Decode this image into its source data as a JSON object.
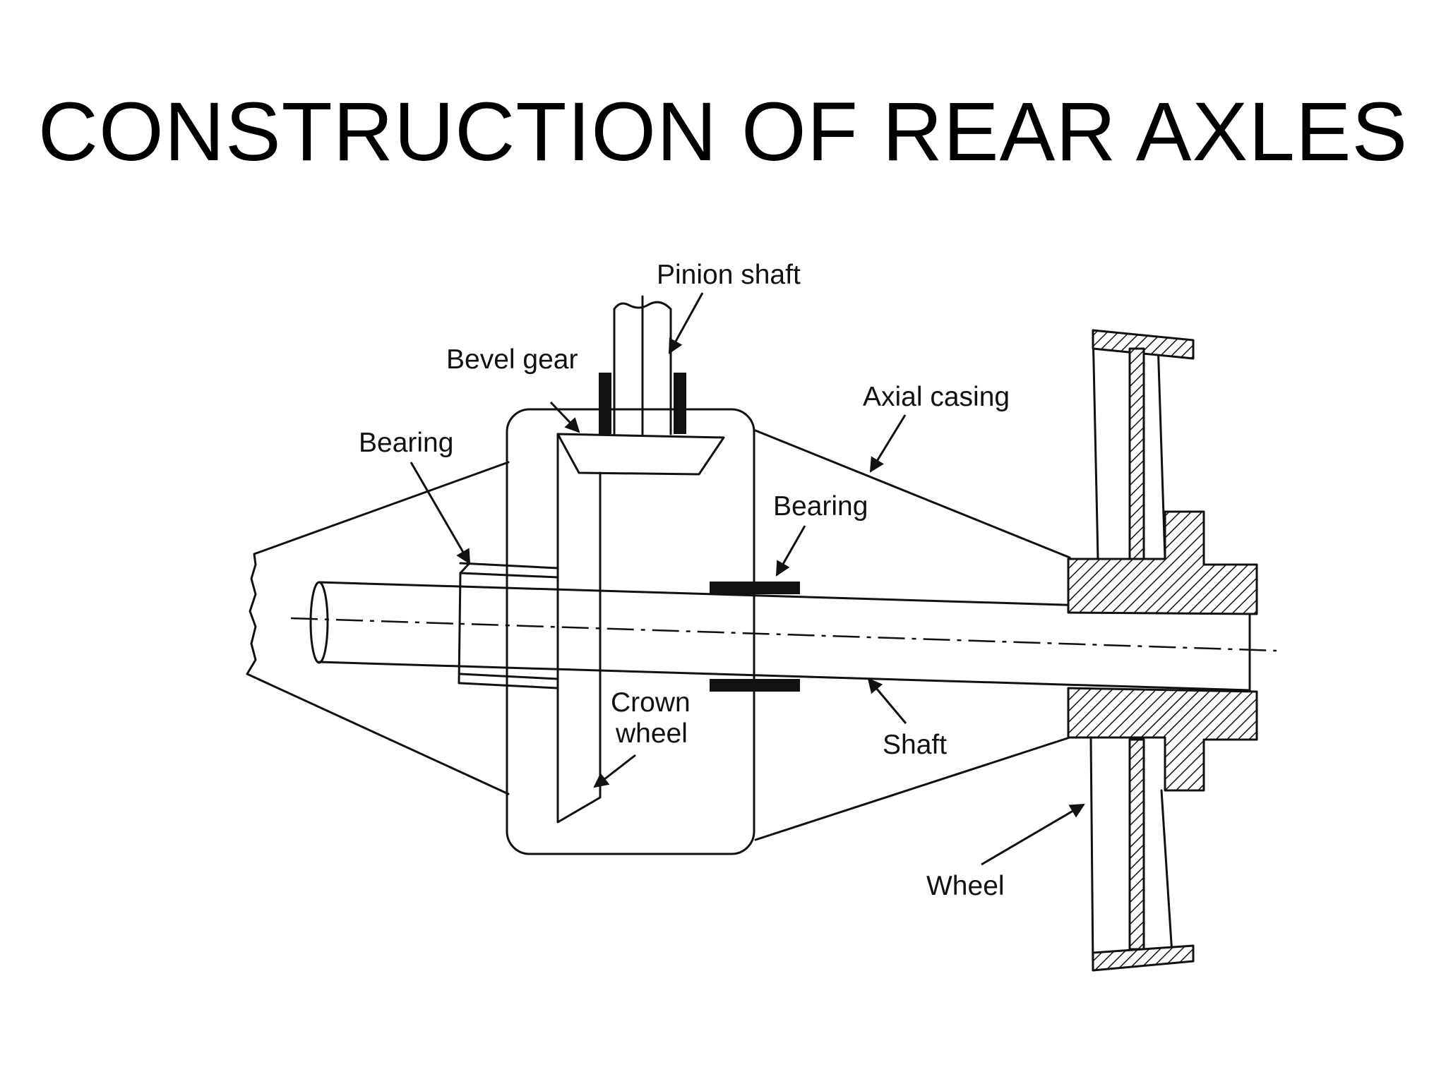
{
  "slide": {
    "title": "CONSTRUCTION OF REAR AXLES"
  },
  "diagram": {
    "labels": {
      "pinion_shaft": "Pinion shaft",
      "bevel_gear": "Bevel gear",
      "bearing_left": "Bearing",
      "axial_casing": "Axial casing",
      "bearing_center": "Bearing",
      "crown_wheel_line1": "Crown",
      "crown_wheel_line2": "wheel",
      "shaft": "Shaft",
      "wheel": "Wheel"
    }
  }
}
